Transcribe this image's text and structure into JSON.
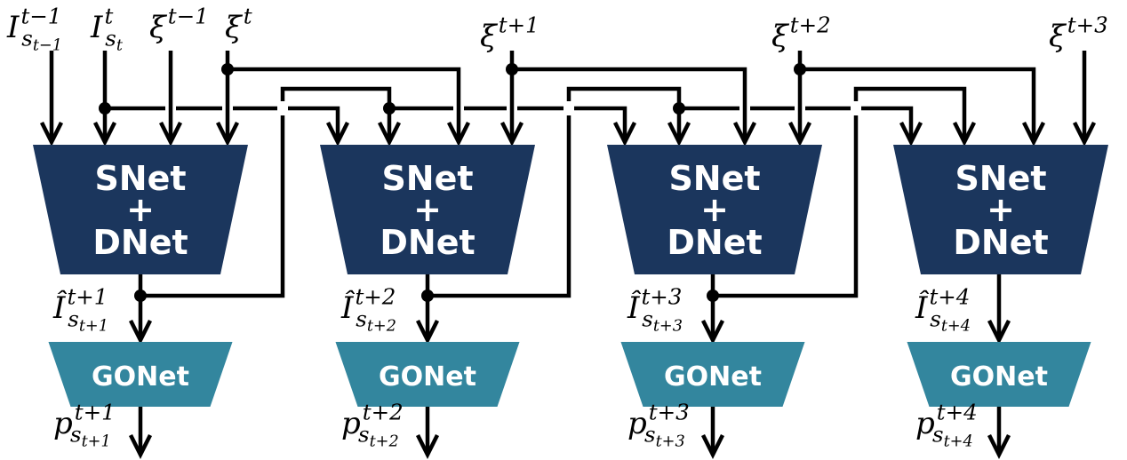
{
  "diagram": {
    "title": "Recurrent SNet+DNet and GONet pipeline",
    "colors": {
      "snet_block": "#1b365d",
      "gonet_block": "#33869e",
      "wire": "#000000",
      "block_text": "#ffffff"
    },
    "top_inputs": [
      {
        "base": "I",
        "sup": "t−1",
        "sub": "s",
        "subsub": "t−1"
      },
      {
        "base": "I",
        "sup": "t",
        "sub": "s",
        "subsub": "t"
      },
      {
        "base": "ξ",
        "sup": "t−1"
      },
      {
        "base": "ξ",
        "sup": "t"
      },
      {
        "base": "ξ",
        "sup": "t+1"
      },
      {
        "base": "ξ",
        "sup": "t+2"
      },
      {
        "base": "ξ",
        "sup": "t+3"
      }
    ],
    "stages": [
      {
        "snet_label_line1": "SNet",
        "snet_label_line2": "+",
        "snet_label_line3": "DNet",
        "gonet_label": "GONet",
        "prediction": {
          "base": "Î",
          "sup": "t+1",
          "sub": "s",
          "subsub": "t+1"
        },
        "output": {
          "base": "p",
          "sup": "t+1",
          "sub": "s",
          "subsub": "t+1"
        }
      },
      {
        "snet_label_line1": "SNet",
        "snet_label_line2": "+",
        "snet_label_line3": "DNet",
        "gonet_label": "GONet",
        "prediction": {
          "base": "Î",
          "sup": "t+2",
          "sub": "s",
          "subsub": "t+2"
        },
        "output": {
          "base": "p",
          "sup": "t+2",
          "sub": "s",
          "subsub": "t+2"
        }
      },
      {
        "snet_label_line1": "SNet",
        "snet_label_line2": "+",
        "snet_label_line3": "DNet",
        "gonet_label": "GONet",
        "prediction": {
          "base": "Î",
          "sup": "t+3",
          "sub": "s",
          "subsub": "t+3"
        },
        "output": {
          "base": "p",
          "sup": "t+3",
          "sub": "s",
          "subsub": "t+3"
        }
      },
      {
        "snet_label_line1": "SNet",
        "snet_label_line2": "+",
        "snet_label_line3": "DNet",
        "gonet_label": "GONet",
        "prediction": {
          "base": "Î",
          "sup": "t+4",
          "sub": "s",
          "subsub": "t+4"
        },
        "output": {
          "base": "p",
          "sup": "t+4",
          "sub": "s",
          "subsub": "t+4"
        }
      }
    ]
  }
}
